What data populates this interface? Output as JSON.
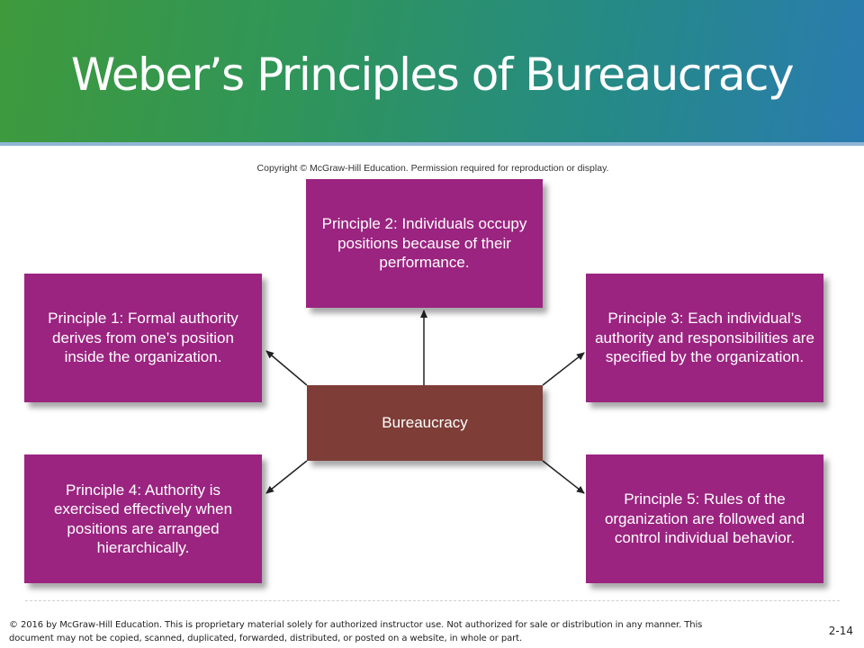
{
  "slide": {
    "title": "Weber’s Principles of Bureaucracy",
    "copyright": "Copyright © McGraw-Hill Education. Permission required for reproduction or display.",
    "footer": "© 2016 by McGraw-Hill Education. This is proprietary material solely for authorized instructor use. Not authorized for sale or distribution in any manner. This document may not be copied, scanned, duplicated, forwarded, distributed, or posted on a website, in whole or part.",
    "page_number": "2-14"
  },
  "diagram": {
    "center": "Bureaucracy",
    "principles": [
      "Principle 1: Formal authority derives from one’s position inside the organization.",
      "Principle 2: Individuals occupy positions because of their performance.",
      "Principle 3: Each individual’s authority and responsibilities are specified by the organization.",
      "Principle 4: Authority is exercised effectively when positions are arranged hierarchically.",
      "Principle 5: Rules of the organization are followed and control individual behavior."
    ]
  },
  "colors": {
    "principle_box": "#9b2480",
    "center_box": "#7e3d37",
    "header_green": "#3f9a3c",
    "header_blue": "#2a7bb0"
  }
}
